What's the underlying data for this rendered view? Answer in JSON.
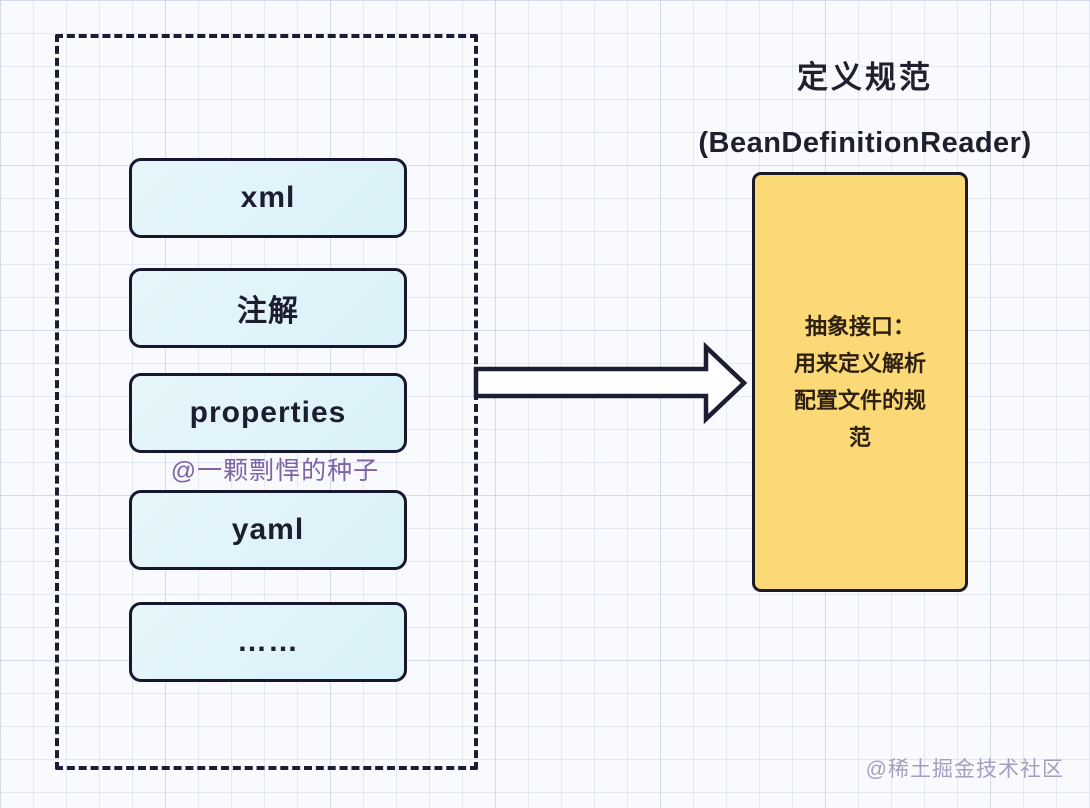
{
  "page": {
    "background_color": "#f8fafd",
    "grid_line_color": "#cdd6e7"
  },
  "source_panel": {
    "box_fill": "#d9f1f8",
    "box_border": "#171730",
    "items": [
      {
        "label": "xml"
      },
      {
        "label": "注解"
      },
      {
        "label": "properties"
      },
      {
        "label": "yaml"
      },
      {
        "label": "……"
      }
    ]
  },
  "watermark_inline": {
    "text": "@一颗剽悍的种子",
    "color": "#7e63a7"
  },
  "arrow": {
    "direction": "right",
    "fill": "#ffffff",
    "stroke": "#1c1c33"
  },
  "definition": {
    "title": "定义规范",
    "subtitle": "(BeanDefinitionReader)",
    "body": "抽象接口：\n用来定义解析\n配置文件的规\n范",
    "box_fill": "#fbd977",
    "box_border": "#1d1a28"
  },
  "watermark_corner": {
    "text": "@稀土掘金技术社区",
    "color": "#a59ec0"
  }
}
